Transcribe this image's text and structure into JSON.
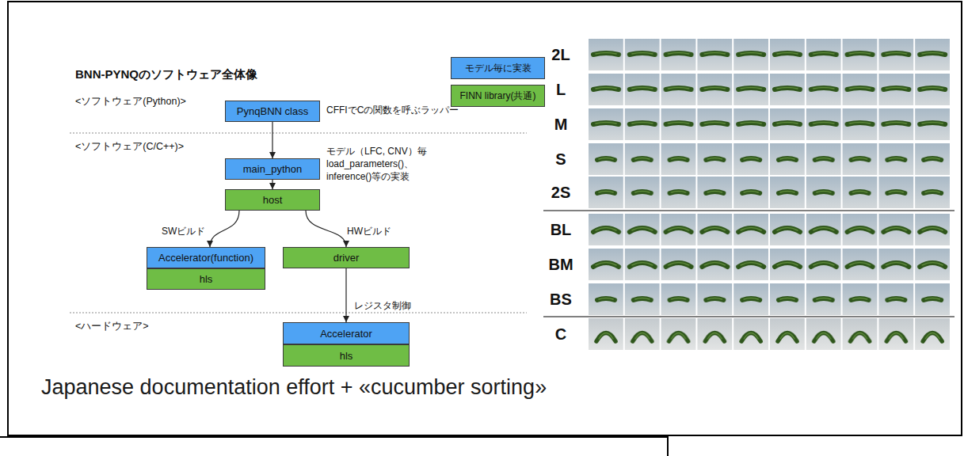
{
  "diagram": {
    "title": "BNN-PYNQのソフトウェア全体像",
    "caption": "Japanese documentation effort + «cucumber sorting»",
    "nodes": [
      {
        "text": [
          "PynqBNN class"
        ]
      },
      {
        "text": [
          "main_python"
        ]
      },
      {
        "text": [
          "host"
        ]
      },
      {
        "text": [
          "Accelerator(function)"
        ]
      },
      {
        "text": [
          "hls"
        ]
      },
      {
        "text": [
          "driver"
        ]
      },
      {
        "text": [
          "Accelerator"
        ]
      },
      {
        "text": [
          "hls"
        ]
      }
    ],
    "edges": [
      {
        "from": 0,
        "to": 1,
        "arrow": "to"
      },
      {
        "from": 1,
        "to": 2,
        "arrow": "to"
      },
      {
        "from": 2,
        "to": 3,
        "label": "SWビルド",
        "arrow": "to"
      },
      {
        "from": 2,
        "to": 5,
        "label": "HWビルド",
        "arrow": "to"
      },
      {
        "from": 5,
        "to": 6,
        "label": "レジスタ制御",
        "arrow": "to"
      }
    ],
    "labels": [
      "<ソフトウェア(Python)>",
      "CFFIでCの関数を呼ぶラッパー",
      "<ソフトウェア(C/C++)>",
      "モデル（LFC, CNV）毎 load_parameters()、 inference()等の実装",
      "<ハードウェア>",
      "2L",
      "L",
      "M",
      "S",
      "2S",
      "BL",
      "BM",
      "BS",
      "C"
    ],
    "legend": [
      {
        "text": "モデル毎に実装",
        "color": "#4ea3f4"
      },
      {
        "text": "FINN library(共通)",
        "color": "#6fbd45"
      }
    ]
  }
}
